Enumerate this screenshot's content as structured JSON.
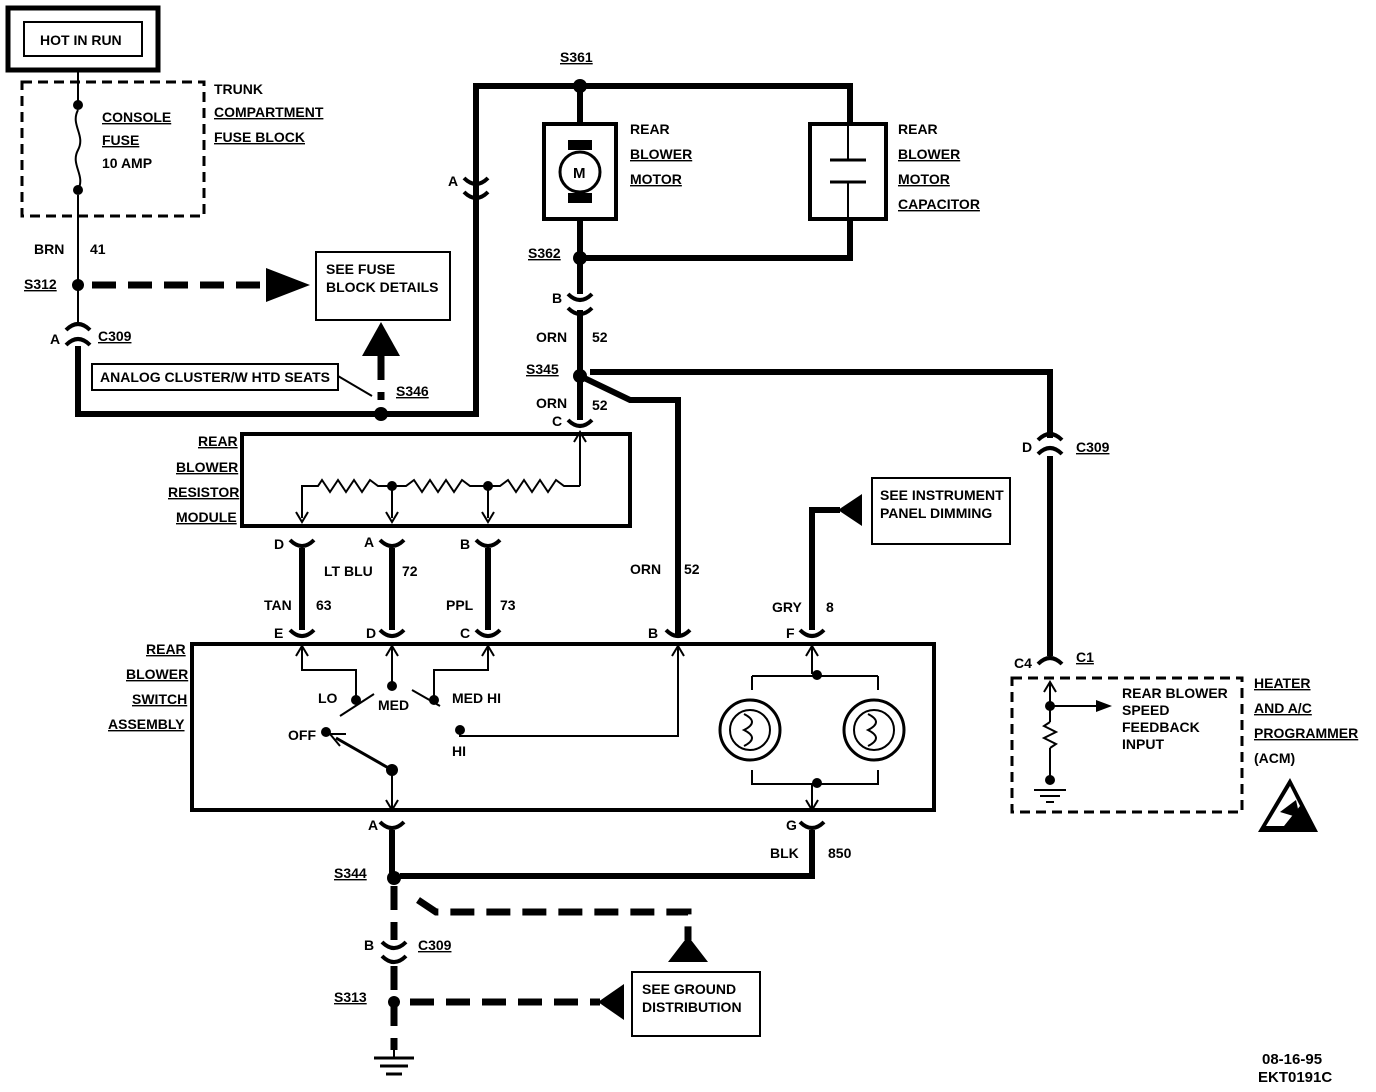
{
  "header": {
    "hot_in_run": "HOT IN RUN"
  },
  "fuse_block": {
    "title_lines": [
      "TRUNK",
      "COMPARTMENT",
      "FUSE BLOCK"
    ],
    "fuse_lines": [
      "CONSOLE",
      "FUSE",
      "10 AMP"
    ]
  },
  "wires": {
    "brn": "BRN",
    "brn_num": "41",
    "orn": "ORN",
    "orn_num": "52",
    "tan": "TAN",
    "tan_num": "63",
    "ltblu": "LT BLU",
    "ltblu_num": "72",
    "ppl": "PPL",
    "ppl_num": "73",
    "gry": "GRY",
    "gry_num": "8",
    "blk": "BLK",
    "blk_num": "850"
  },
  "splices": {
    "s312": "S312",
    "s346": "S346",
    "s361": "S361",
    "s362": "S362",
    "s345": "S345",
    "s344": "S344",
    "s313": "S313"
  },
  "connectors": {
    "c309": "C309",
    "c1": "C1",
    "c4": "C4",
    "a": "A",
    "b": "B",
    "c": "C",
    "d": "D",
    "e": "E",
    "f": "F",
    "g": "G"
  },
  "notes": {
    "see_fuse": [
      "SEE FUSE",
      "BLOCK DETAILS"
    ],
    "analog_cluster": "ANALOG CLUSTER/W HTD SEATS",
    "see_ip_dimming": [
      "SEE INSTRUMENT",
      "PANEL DIMMING"
    ],
    "see_ground": [
      "SEE GROUND",
      "DISTRIBUTION"
    ]
  },
  "components": {
    "rear_blower_motor": [
      "REAR",
      "BLOWER",
      "MOTOR"
    ],
    "motor_symbol": "M",
    "motor_capacitor": [
      "REAR",
      "BLOWER",
      "MOTOR",
      "CAPACITOR"
    ],
    "resistor_module": [
      "REAR",
      "BLOWER",
      "RESISTOR",
      "MODULE"
    ],
    "switch_assembly": [
      "REAR",
      "BLOWER",
      "SWITCH",
      "ASSEMBLY"
    ],
    "switch_positions": {
      "lo": "LO",
      "med": "MED",
      "medhi": "MED HI",
      "off": "OFF",
      "hi": "HI"
    },
    "hvac_programmer": [
      "HEATER",
      "AND A/C",
      "PROGRAMMER",
      "(ACM)"
    ],
    "feedback_input": [
      "REAR BLOWER",
      "SPEED",
      "FEEDBACK",
      "INPUT"
    ]
  },
  "footer": {
    "date": "08-16-95",
    "code": "EKT0191C"
  }
}
